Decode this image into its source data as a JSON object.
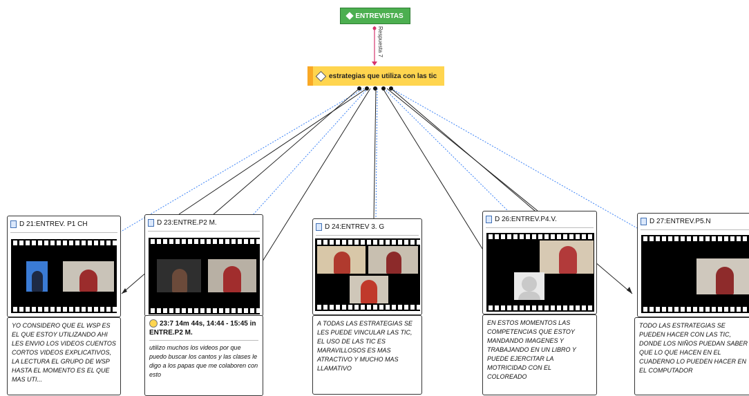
{
  "root_node": {
    "label": "ENTREVISTAS"
  },
  "relation_label": "Respuesta 7",
  "code_node": {
    "label": "estrategias que utiliza con las tic"
  },
  "documents": [
    {
      "title": "D 21:ENTREV. P1 CH",
      "quote": "YO CONSIDERO  QUE EL WSP ES EL QUE ESTOY UTILIZANDO AHI LES ENVIO LOS VIDEOS CUENTOS CORTOS VIDEOS EXPLICATIVOS, LA LECTURA EL GRUPO DE WSP HASTA EL MOMENTO ES EL QUE MAS UTI..."
    },
    {
      "title": "D 23:ENTRE.P2 M.",
      "quote_head": "23:7 14m 44s, 14:44 - 15:45 in ENTRE.P2 M.",
      "quote": "utilizo muchos los videos por que puedo buscar los cantos  y las clases  le digo a los papas que me colaboren con esto"
    },
    {
      "title": "D 24:ENTREV 3. G",
      "quote": "A TODAS LAS ESTRATEGIAS SE LES PUEDE VINCULAR LAS TIC, EL USO DE LAS TIC ES MARAVILLOSOS ES MAS ATRACTIVO Y MUCHO MAS LLAMATIVO"
    },
    {
      "title": "D 26:ENTREV.P4.V.",
      "quote": "EN ESTOS MOMENTOS LAS COMPETENCIAS QUE ESTOY MANDANDO IMAGENES Y TRABAJANDO EN UN LIBRO Y PUEDE EJERCITAR LA MOTRICIDAD CON EL COLOREADO"
    },
    {
      "title": "D 27:ENTREV.P5.N",
      "quote": "TODO LAS ESTRATEGIAS SE PUEDEN HACER CON LAS TIC, DONDE LOS NIÑOS PUEDAN SABER QUE LO QUE HACEN EN EL CUADERNO LO PUEDEN HACER EN EL COMPUTADOR"
    }
  ]
}
